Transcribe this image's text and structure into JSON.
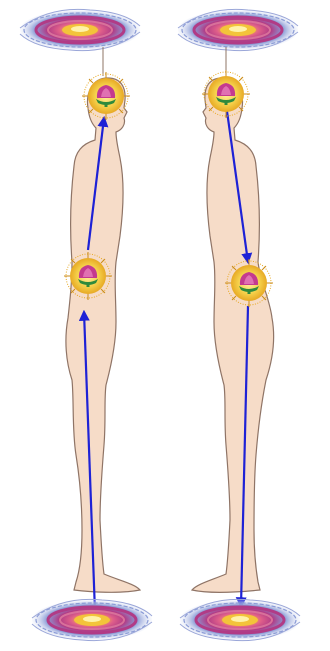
{
  "figures": [
    {
      "facing": "right",
      "arrow_direction": "upward"
    },
    {
      "facing": "left",
      "arrow_direction": "downward"
    }
  ],
  "colors": {
    "background": "#ffffff",
    "skin": "#f6dcc8",
    "skin_outline": "#8f7466",
    "arrow": "#1e22d6",
    "galaxy_blue": "#8a9bd6",
    "galaxy_magenta": "#b13b86",
    "galaxy_core": "#f3c43a",
    "sun_rays": "#e7a924",
    "sun_core": "#f5d04a",
    "lotus": "#c43a8f",
    "lotus_base": "#2f8a3c"
  },
  "icons": [
    "galaxy-vortex-icon",
    "sun-lotus-chakra-icon"
  ]
}
